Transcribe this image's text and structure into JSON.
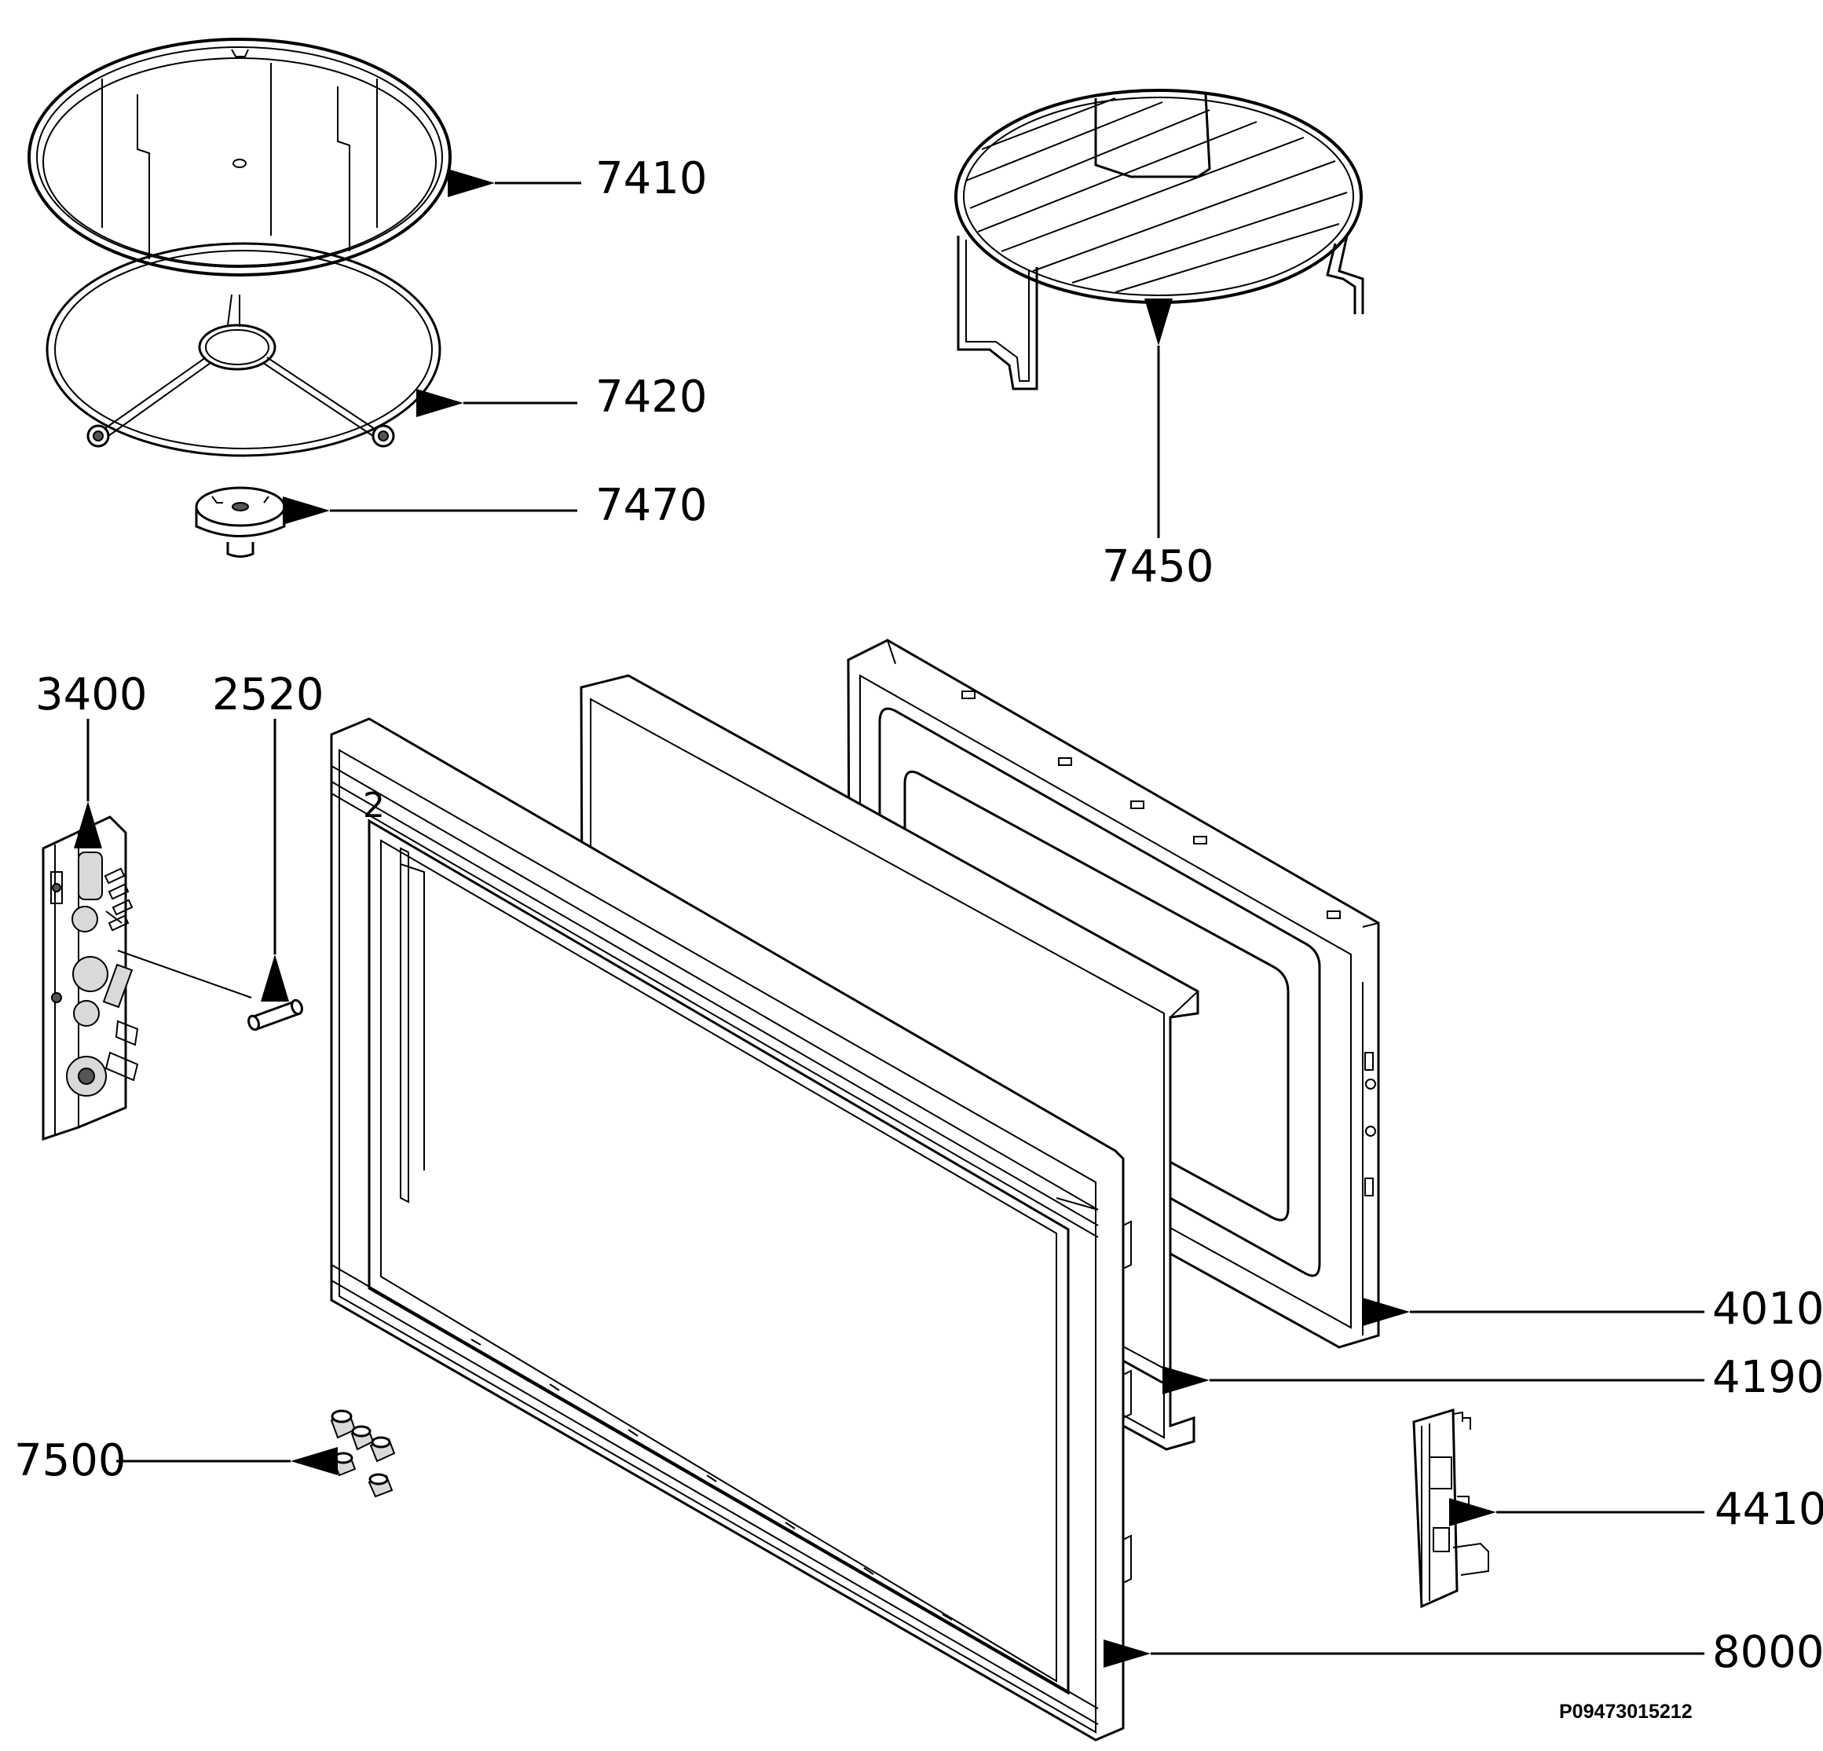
{
  "diagram": {
    "parts": [
      {
        "id": "7410",
        "label": "7410"
      },
      {
        "id": "7420",
        "label": "7420"
      },
      {
        "id": "7470",
        "label": "7470"
      },
      {
        "id": "7450",
        "label": "7450"
      },
      {
        "id": "3400",
        "label": "3400"
      },
      {
        "id": "2520",
        "label": "2520"
      },
      {
        "id": "4010",
        "label": "4010"
      },
      {
        "id": "4190",
        "label": "4190"
      },
      {
        "id": "4410",
        "label": "4410"
      },
      {
        "id": "7500",
        "label": "7500"
      },
      {
        "id": "8000",
        "label": "8000"
      }
    ],
    "frame_marker": "2",
    "drawing_code": "P09473015212"
  }
}
